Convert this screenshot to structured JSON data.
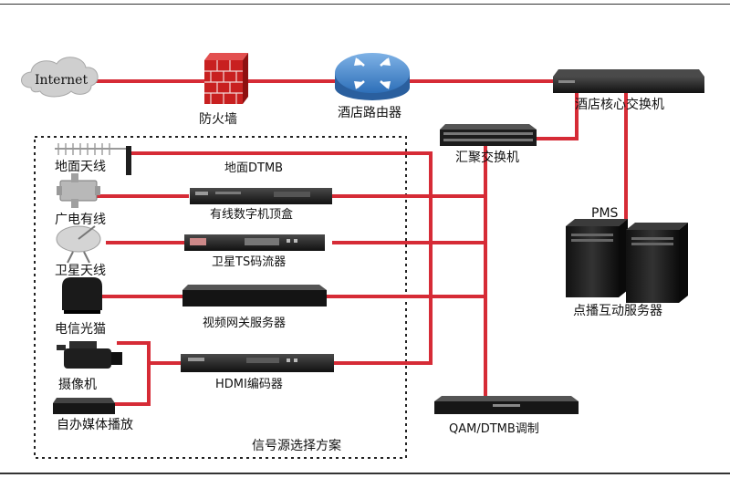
{
  "labels": {
    "internet": "Internet",
    "firewall": "防火墙",
    "router": "酒店路由器",
    "core_switch": "酒店核心交换机",
    "agg_switch": "汇聚交换机",
    "pms": "PMS",
    "vod_server": "点播互动服务器",
    "terrestrial_antenna": "地面天线",
    "terrestrial_dtmb": "地面DTMB",
    "cable_tv": "广电有线",
    "cable_stb": "有线数字机顶盒",
    "satellite_antenna": "卫星天线",
    "satellite_ts": "卫星TS码流器",
    "telecom_modem": "电信光猫",
    "video_gateway": "视频网关服务器",
    "camera": "摄像机",
    "hdmi_encoder": "HDMI编码器",
    "media_player": "自办媒体播放",
    "qam_modulator": "QAM/DTMB调制",
    "group_title": "信号源选择方案"
  },
  "colors": {
    "link": "#d62b36",
    "group_border": "#222222",
    "device_dark": "#1e1e1e"
  }
}
